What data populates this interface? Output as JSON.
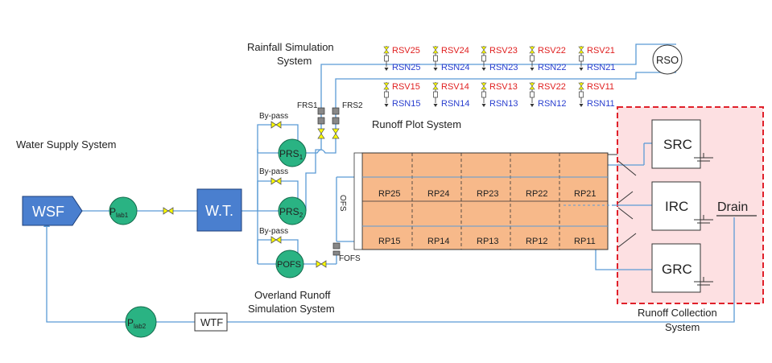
{
  "sections": {
    "water_supply": "Water Supply System",
    "rainfall_line1": "Rainfall Simulation",
    "rainfall_line2": "System",
    "runoff_plot": "Runoff Plot System",
    "overland_line1": "Overland Runoff",
    "overland_line2": "Simulation System",
    "collection_line1": "Runoff Collection",
    "collection_line2": "System"
  },
  "components": {
    "wsf": "WSF",
    "wt": "W.T.",
    "wtf": "WTF",
    "rso": "RSO",
    "drain": "Drain",
    "ofs": "OFS",
    "fofs": "FOFS",
    "frs1": "FRS1",
    "frs2": "FRS2",
    "pump1_main": "P",
    "pump1_sub": "lab1",
    "pump2_main": "P",
    "pump2_sub": "lab2",
    "prs1_main": "PRS",
    "prs1_sub": "1",
    "prs2_main": "PRS",
    "prs2_sub": "2",
    "pofs": "POFS",
    "bypass": [
      "By-pass",
      "By-pass",
      "By-pass"
    ],
    "src": "SRC",
    "irc": "IRC",
    "grc": "GRC"
  },
  "valves": {
    "top_rsv": [
      "RSV25",
      "RSV24",
      "RSV23",
      "RSV22",
      "RSV21"
    ],
    "top_rsn": [
      "RSN25",
      "RSN24",
      "RSN23",
      "RSN22",
      "RSN21"
    ],
    "bottom_rsv": [
      "RSV15",
      "RSV14",
      "RSV13",
      "RSV22",
      "RSV11"
    ],
    "bottom_rsn": [
      "RSN15",
      "RSN14",
      "RSN13",
      "RSN12",
      "RSN11"
    ]
  },
  "plots": {
    "row_top": [
      "RP25",
      "RP24",
      "RP23",
      "RP22",
      "RP21"
    ],
    "row_bottom": [
      "RP15",
      "RP14",
      "RP13",
      "RP12",
      "RP11"
    ]
  },
  "colors": {
    "pipe": "#5b9bd5",
    "tank_blue": "#4a7fcf",
    "pump_green": "#2ab383",
    "plot_orange": "#f7b98a",
    "collection_bg": "#fde0e2",
    "collection_border": "#e0202a",
    "valve_yellow": "#ffff00",
    "rsv_red": "#e02020",
    "rsn_blue": "#2a3fcf"
  }
}
